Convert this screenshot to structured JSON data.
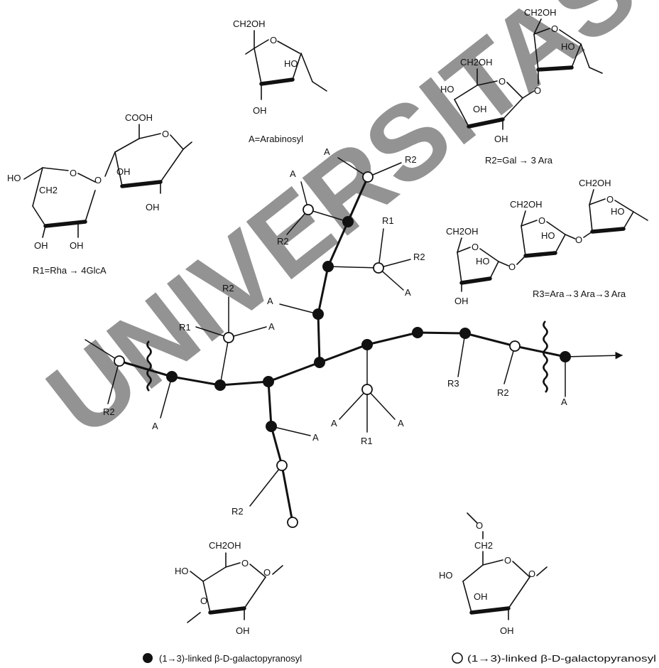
{
  "molecules": {
    "arabinosyl": {
      "ch2oh": "CH2OH",
      "o": "O",
      "ho": "HO",
      "oh": "OH",
      "caption": "A=Arabinosyl"
    },
    "r2": {
      "ch2oh_top": "CH2OH",
      "o_top": "O",
      "ho_top": "HO",
      "ch2oh_left": "CH2OH",
      "o_ring": "O",
      "ho_left": "HO",
      "oh_mid": "OH",
      "oh_bot": "OH",
      "o_link": "O",
      "caption": "R2=Gal → 3 Ara"
    },
    "r1": {
      "cooh": "COOH",
      "ho": "HO",
      "ch2": "CH2",
      "o_ring": "O",
      "o_link": "O",
      "oh1": "OH",
      "oh2": "OH",
      "oh3": "OH",
      "oh4": "OH",
      "caption": "R1=Rha → 4GlcA"
    },
    "r3": {
      "ch2oh1": "CH2OH",
      "ch2oh2": "CH2OH",
      "ch2oh3": "CH2OH",
      "o1": "O",
      "o2": "O",
      "o3": "O",
      "ho1": "HO",
      "ho2": "HO",
      "ho3": "HO",
      "oh": "OH",
      "ol1": "O",
      "ol2": "O",
      "caption": "R3=Ara→3 Ara→3 Ara"
    },
    "gal_filled": {
      "ch2oh": "CH2OH",
      "ho": "HO",
      "o_ring": "O",
      "o_link": "O",
      "o_mid": "O",
      "oh": "OH"
    },
    "gal_open": {
      "o_top": "O",
      "ch2": "CH2",
      "o_ring": "O",
      "ho": "HO",
      "oh1": "OH",
      "oh2": "OH",
      "o_side": "O"
    }
  },
  "labels": {
    "a": "A",
    "r1": "R1",
    "r2": "R2",
    "r3": "R3"
  },
  "legend": {
    "filled": "(1→3)-linked β-D-galactopyranosyl",
    "open": "(1→3)-linked β-D-galactopyranosyl"
  },
  "watermark": "UNIVERSITAS"
}
